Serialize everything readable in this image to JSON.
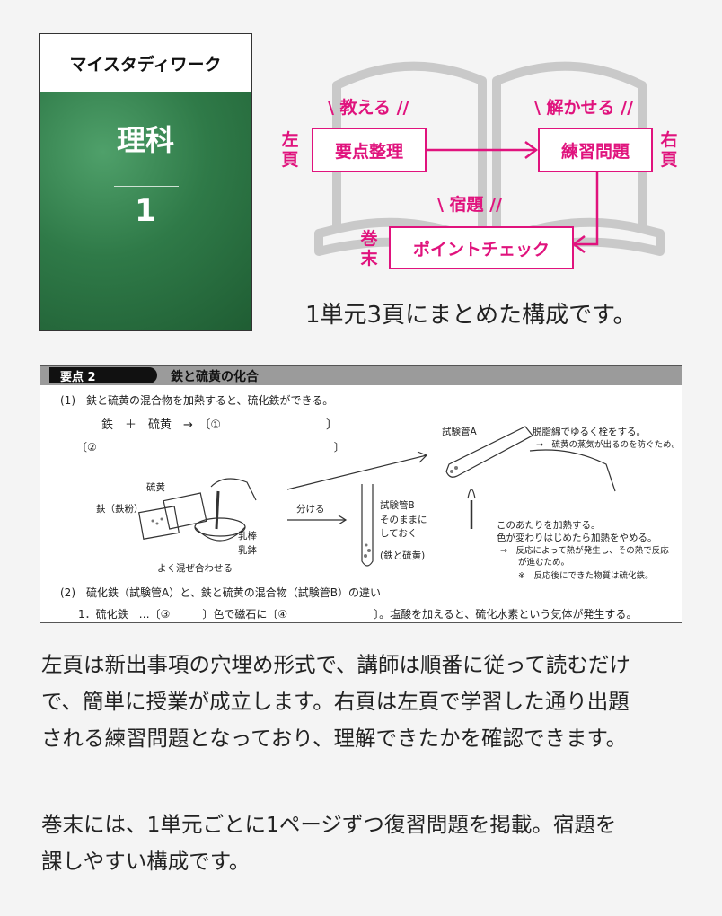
{
  "book": {
    "brand": "マイスタディワーク",
    "subject": "理科",
    "number": "1"
  },
  "diagram": {
    "teach": "\\ 教える //",
    "solve": "\\ 解かせる //",
    "homework": "\\ 宿題 //",
    "left_page": "左頁",
    "right_page": "右頁",
    "end_page": "巻末",
    "box_summary": "要点整理",
    "box_practice": "練習問題",
    "box_check": "ポイントチェック",
    "caption": "1単元3頁にまとめた構成です。",
    "accent": "#e0137d"
  },
  "sample": {
    "tag": "要点 2",
    "title": "鉄と硫黄の化合",
    "q1": "(1)　鉄と硫黄の混合物を加熱すると、硫化鉄ができる。",
    "equation": "鉄　＋　硫黄　→　〔①　　　　　　　　　〕",
    "blank2": "〔②　　　　　　　　　　　　　　　　　　　　　　〕",
    "label_sulfur": "硫黄",
    "label_iron": "鉄（鉄粉）",
    "label_pestle": "乳棒",
    "label_mortar": "乳鉢",
    "label_mix": "よく混ぜ合わせる",
    "label_split": "分ける",
    "tube_b": "試験管B",
    "tube_b_note1": "そのままに",
    "tube_b_note2": "しておく",
    "tube_b_note3": "(鉄と硫黄)",
    "tube_a": "試験管A",
    "note_cotton": "脱脂綿でゆるく栓をする。",
    "note_cotton2": "→　硫黄の蒸気が出るのを防ぐため。",
    "note_heat1": "このあたりを加熱する。",
    "note_heat2": "色が変わりはじめたら加熱をやめる。",
    "note_heat3": "→　反応によって熱が発生し、その熱で反応",
    "note_heat4": "が進むため。",
    "note_heat5": "※　反応後にできた物質は硫化鉄。",
    "q2": "(2)　硫化鉄（試験管A）と、鉄と硫黄の混合物（試験管B）の違い",
    "q2_line": "1．硫化鉄　…〔③　　　〕色で磁石に〔④　　　　　　　　〕。塩酸を加えると、硫化水素という気体が発生する。"
  },
  "paragraphs": {
    "p1_l1": "左頁は新出事項の穴埋め形式で、講師は順番に従って読むだけ",
    "p1_l2": "で、簡単に授業が成立します。右頁は左頁で学習した通り出題",
    "p1_l3": "される練習問題となっており、理解できたかを確認できます。",
    "p2_l1": "巻末には、1単元ごとに1ページずつ復習問題を掲載。宿題を",
    "p2_l2": "課しやすい構成です。"
  }
}
